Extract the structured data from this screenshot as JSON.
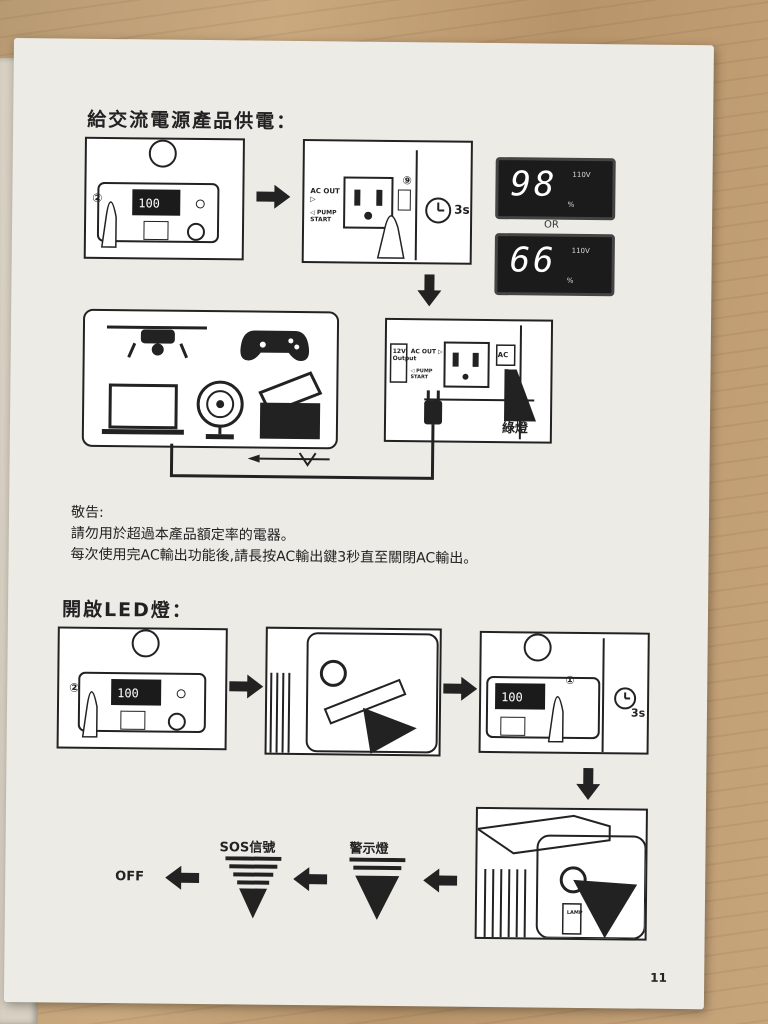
{
  "section1": {
    "title": "給交流電源產品供電：",
    "step_marker_2": "②",
    "step_marker_9": "⑨",
    "hold_time": "3s",
    "ac_out_label": "AC OUT ▷",
    "pump_start_label": "◁ PUMP START",
    "ac_button_label": "AC",
    "output_12v_label": "12V Output",
    "display_a": {
      "value": "98",
      "volt": "110V",
      "unit": "%"
    },
    "or_label": "OR",
    "display_b": {
      "value": "66",
      "volt": "110V",
      "unit": "%"
    },
    "green_light_label": "綠燈"
  },
  "warning": {
    "title": "敬告:",
    "line1": "請勿用於超過本產品額定率的電器。",
    "line2": "每次使用完AC輸出功能後,請長按AC輸出鍵3秒直至關閉AC輸出。"
  },
  "section2": {
    "title": "開啟LED燈：",
    "step_marker_2": "②",
    "step_marker_1": "①",
    "hold_time": "3s",
    "sos_label": "SOS信號",
    "warning_light_label": "警示燈",
    "off_label": "OFF",
    "lamp_label": "LAMP"
  },
  "page_number": "11"
}
